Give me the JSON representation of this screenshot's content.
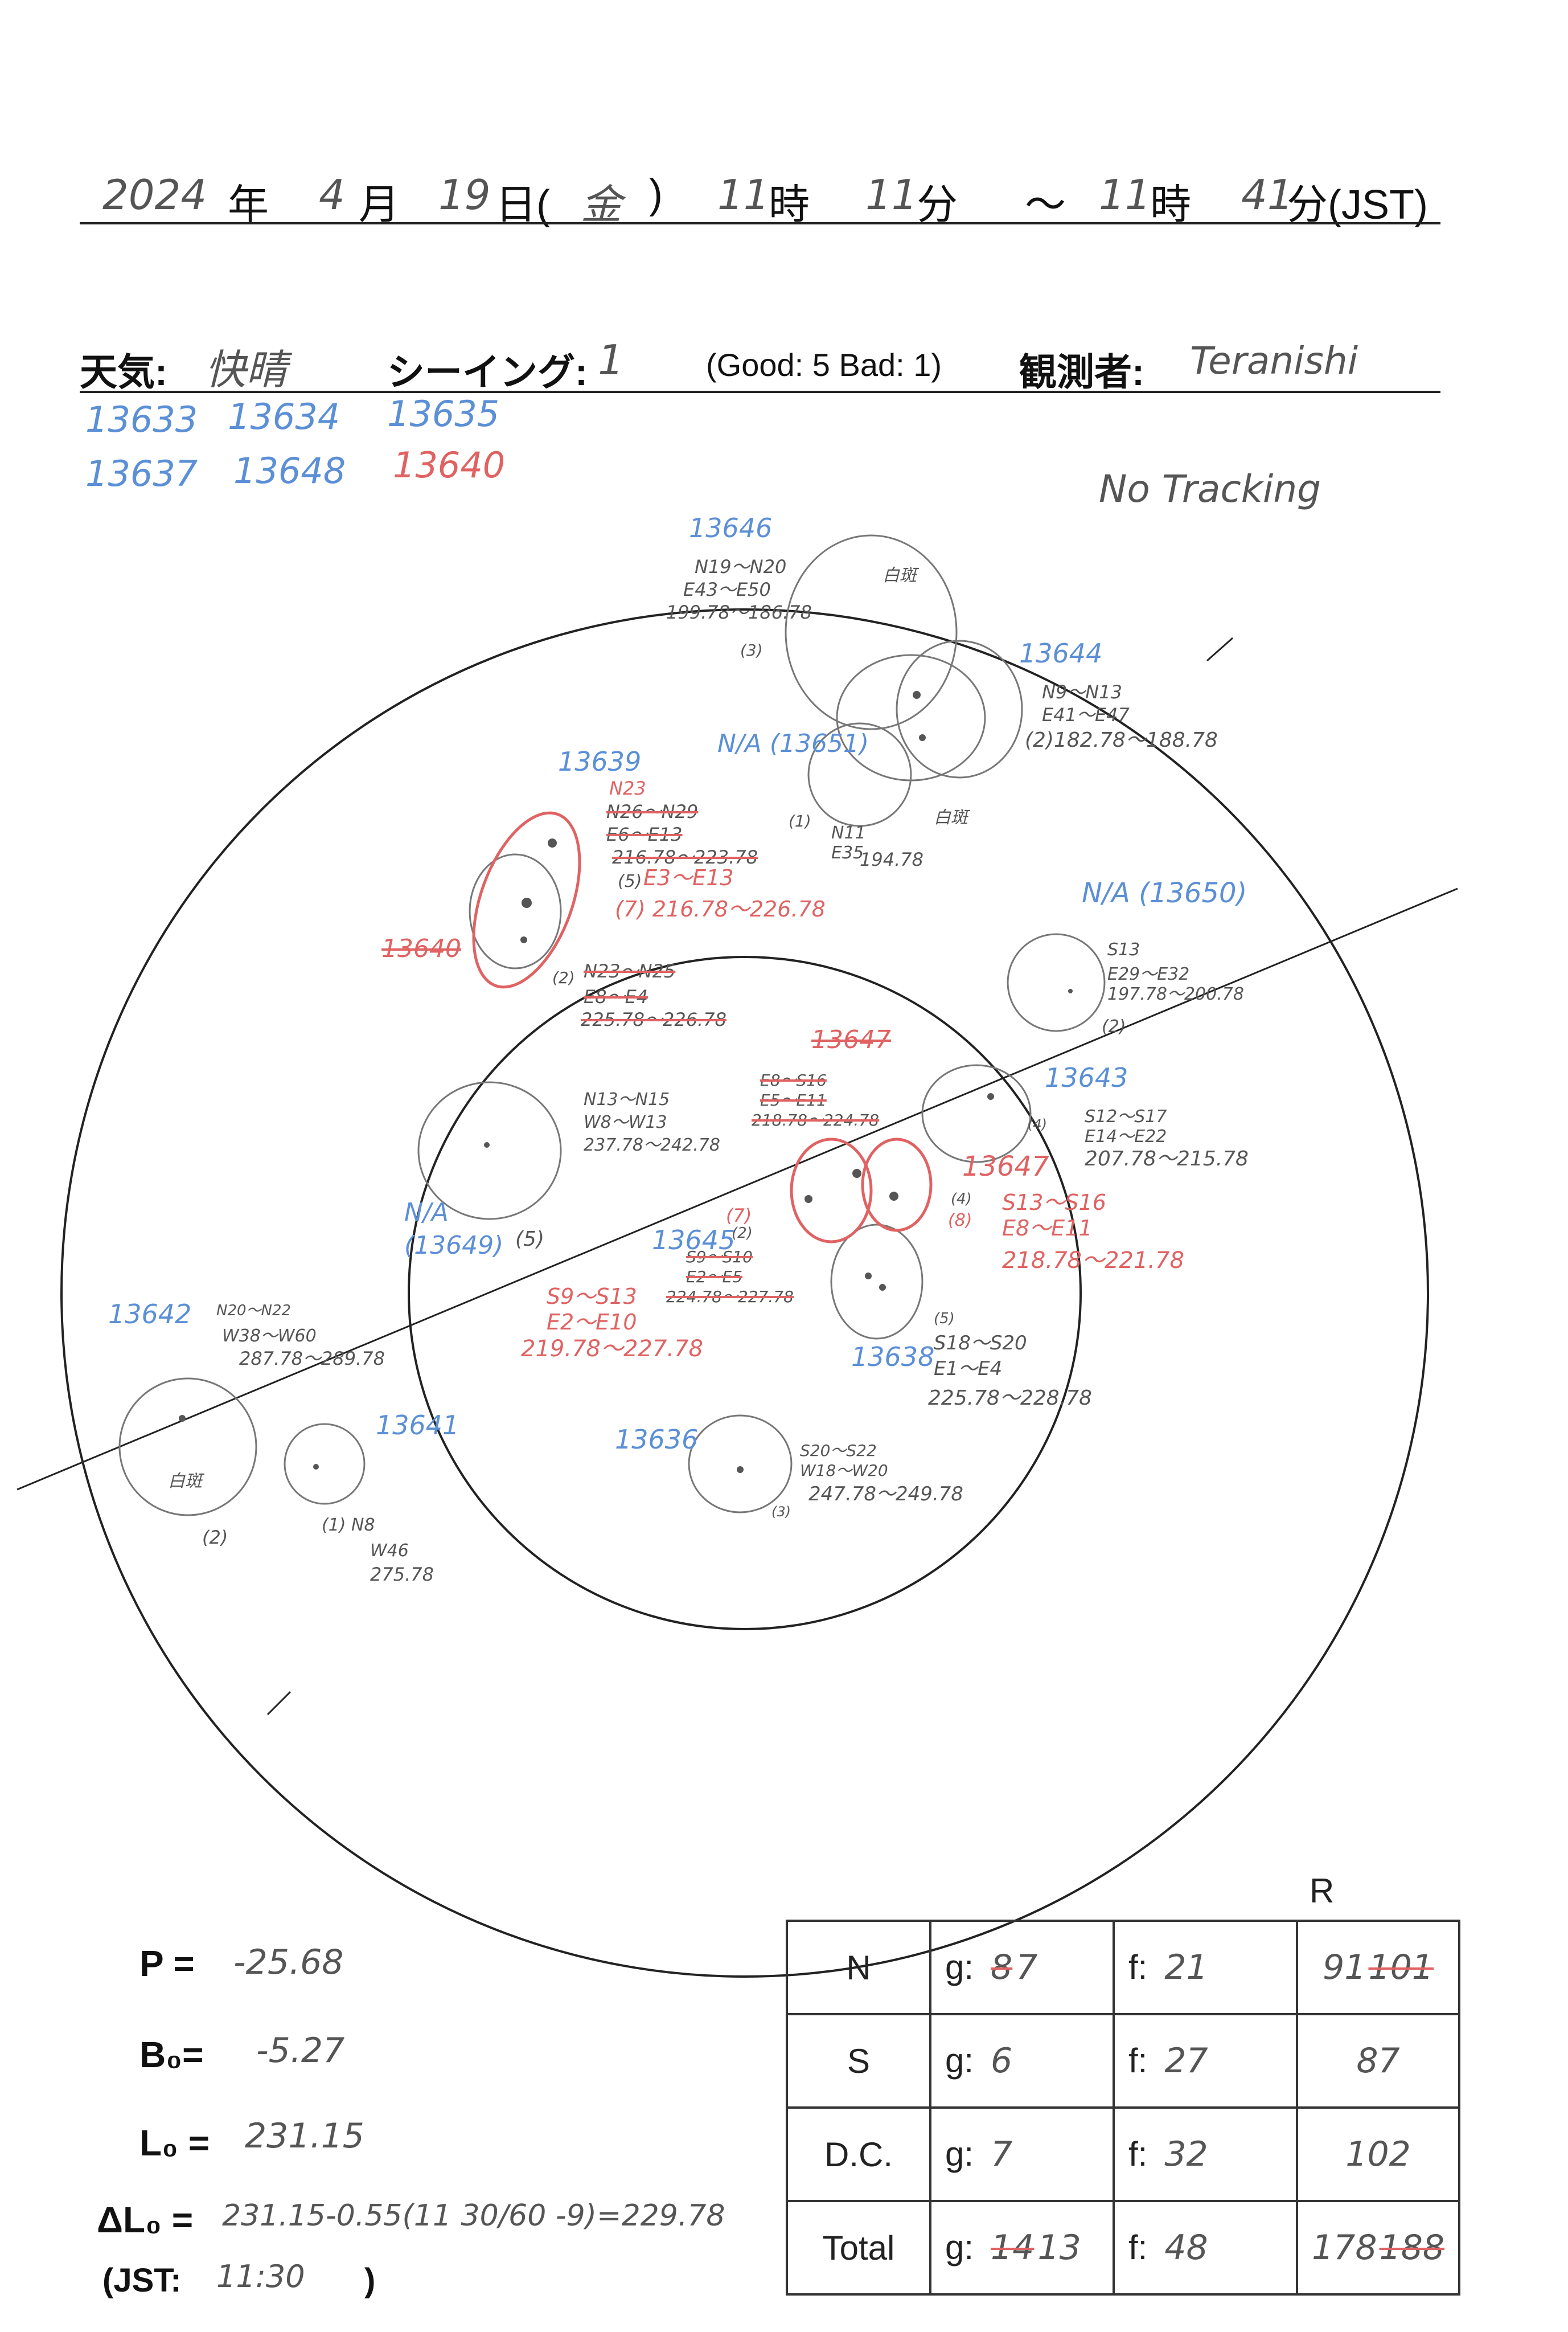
{
  "header": {
    "year": "2024",
    "year_unit": "年",
    "month": "4",
    "month_unit": "月",
    "day": "19",
    "day_unit": "日(",
    "weekday": "金",
    "weekday_close": ")",
    "start_hour": "11",
    "hour_unit": "時",
    "start_minute": "11",
    "minute_unit": "分",
    "tilde": "～",
    "end_hour": "11",
    "end_hour_unit": "時",
    "end_minute": "41",
    "end_minute_unit": "分(JST)"
  },
  "conditions": {
    "weather_label": "天気:",
    "weather_value": "快晴",
    "seeing_label": "シーイング:",
    "seeing_value": "1",
    "scale_note": "(Good: 5  Bad: 1)",
    "observer_label": "観測者:",
    "observer_value": "Teranishi"
  },
  "region_list": {
    "row1": [
      "13633",
      "13634",
      "13635"
    ],
    "row2": [
      "13637",
      "13648",
      "13640"
    ]
  },
  "tracking_note": "No Tracking",
  "annotations": {
    "r13646": {
      "number": "13646",
      "lines": [
        "N19～N20",
        "E43～E50",
        "199.78～186.78",
        "(3)"
      ],
      "note": "白斑"
    },
    "r13644": {
      "number": "13644",
      "lines": [
        "N9～N13",
        "E41～E47",
        "(2)182.78～188.78"
      ]
    },
    "r13651": {
      "number": "N/A (13651)",
      "lines": [
        "(1)",
        "N11",
        "E35",
        "194.78"
      ],
      "note": "白斑"
    },
    "r13639": {
      "number": "13639",
      "lines": [
        "N23",
        "N26～N29",
        "E6～E13",
        "216.78～223.78"
      ],
      "red_lines": [
        "(5)",
        "E3～E13",
        "(7) 216.78～226.78"
      ]
    },
    "r13640": {
      "number": "13640",
      "lines": [
        "(2)",
        "N23～N25",
        "E8～E4",
        "225.78～226.78"
      ]
    },
    "r13650": {
      "number": "N/A (13650)",
      "lines": [
        "S13",
        "E29～E32",
        "197.78～200.78",
        "(2)"
      ]
    },
    "r13649": {
      "number": "N/A (13649)",
      "lines": [
        "N13～N15",
        "W8～W13",
        "237.78～242.78"
      ],
      "count": "(5)"
    },
    "r13647": {
      "number": "13647",
      "lines": [
        "E8～S16",
        "E5～E11",
        "218.78～224.78"
      ],
      "red_number": "13647",
      "red_lines": [
        "(4)",
        "S13～S16",
        "(8)",
        "E8～E11",
        "218.78～221.78"
      ]
    },
    "r13643": {
      "number": "13643",
      "lines": [
        "S12～S17",
        "E14～E22",
        "207.78～215.78",
        "(4)"
      ]
    },
    "r13645": {
      "number": "13645",
      "lines": [
        "(2)",
        "S9～S10",
        "E2～E5",
        "224.78～227.78"
      ],
      "red_lines": [
        "(7)",
        "S9～S13",
        "E2～E10",
        "219.78～227.78"
      ]
    },
    "r13638": {
      "number": "13638",
      "lines": [
        "(5)",
        "S18～S20",
        "E1～E4",
        "225.78～228.78"
      ]
    },
    "r13642": {
      "number": "13642",
      "lines": [
        "N20～N22",
        "W38～W60",
        "287.78～289.78",
        "(2)"
      ],
      "note": "白斑"
    },
    "r13641": {
      "number": "13641",
      "lines": [
        "(1) N8",
        "W46",
        "275.78"
      ]
    },
    "r13636": {
      "number": "13636",
      "lines": [
        "S20～S22",
        "W18～W20",
        "247.78～249.78",
        "(3)"
      ]
    }
  },
  "ephemeris": {
    "p_label": "P =",
    "p_value": "-25.68",
    "b0_label": "B₀=",
    "b0_value": "-5.27",
    "l0_label": "L₀ =",
    "l0_value": "231.15",
    "dl0_label": "ΔL₀ =",
    "dl0_value": "231.15-0.55(11 30/60 -9)=229.78",
    "jst_label": "(JST:",
    "jst_value": "11:30",
    "jst_close": ")"
  },
  "stats": {
    "r_header": "R",
    "rows": [
      {
        "label": "N",
        "g_label": "g:",
        "g_value": "7",
        "g_struck": "8",
        "f_label": "f:",
        "f_value": "21",
        "r_value": "91",
        "r_struck": "101"
      },
      {
        "label": "S",
        "g_label": "g:",
        "g_value": "6",
        "g_struck": "",
        "f_label": "f:",
        "f_value": "27",
        "r_value": "87",
        "r_struck": ""
      },
      {
        "label": "D.C.",
        "g_label": "g:",
        "g_value": "7",
        "g_struck": "",
        "f_label": "f:",
        "f_value": "32",
        "r_value": "102",
        "r_struck": ""
      },
      {
        "label": "Total",
        "g_label": "g:",
        "g_value": "13",
        "g_struck": "14",
        "f_label": "f:",
        "f_value": "48",
        "r_value": "178",
        "r_struck": "188"
      }
    ]
  },
  "colors": {
    "blue_ink": "#5b8fd6",
    "red_ink": "#e06262",
    "pencil": "#555555"
  }
}
